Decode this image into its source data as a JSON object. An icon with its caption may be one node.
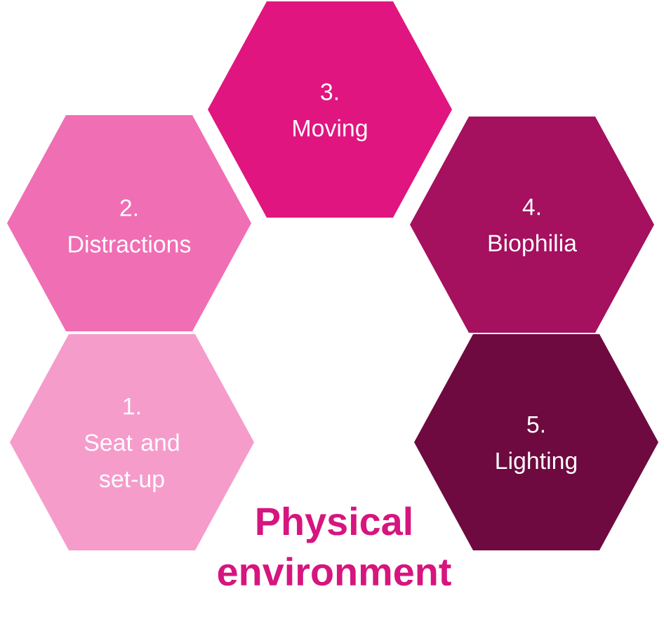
{
  "diagram": {
    "title": "Physical environment",
    "nodes": [
      {
        "text": [
          "1.",
          "Seat and set-up"
        ]
      },
      {
        "text": [
          "2.",
          "Distractions"
        ]
      },
      {
        "text": [
          "3.",
          "Moving"
        ]
      },
      {
        "text": [
          "4.",
          "Biophilia"
        ]
      },
      {
        "text": [
          "5.",
          "Lighting"
        ]
      }
    ]
  }
}
